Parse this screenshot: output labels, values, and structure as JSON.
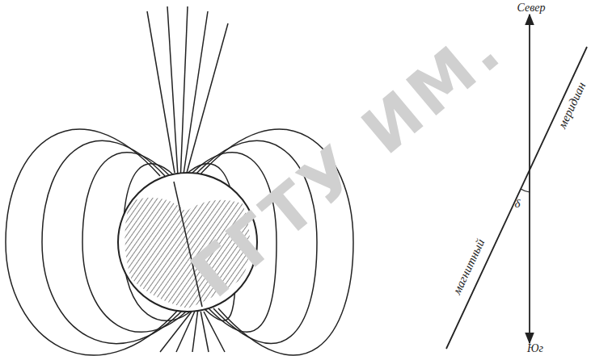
{
  "diagram": {
    "labels": [
      "Север",
      "Юг",
      "магнитный",
      "меридиан",
      "δ",
      "ГГТУ ИМ."
    ]
  }
}
